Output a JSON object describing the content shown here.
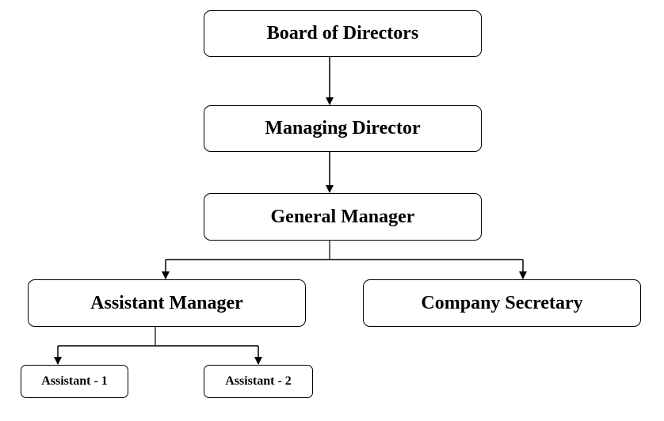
{
  "nodes": {
    "board": "Board of Directors",
    "managing_director": "Managing Director",
    "general_manager": "General Manager",
    "assistant_manager": "Assistant Manager",
    "company_secretary": "Company Secretary",
    "assistant_1": "Assistant - 1",
    "assistant_2": "Assistant - 2"
  },
  "edges": [
    [
      "board",
      "managing_director"
    ],
    [
      "managing_director",
      "general_manager"
    ],
    [
      "general_manager",
      "assistant_manager"
    ],
    [
      "general_manager",
      "company_secretary"
    ],
    [
      "assistant_manager",
      "assistant_1"
    ],
    [
      "assistant_manager",
      "assistant_2"
    ]
  ]
}
